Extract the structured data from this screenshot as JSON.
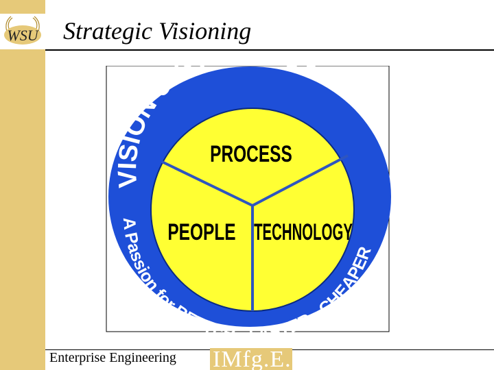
{
  "slide": {
    "title": "Strategic Visioning",
    "logo_text": "WSU",
    "footer_text": "Enterprise Engineering",
    "footer_logo_text": "IMfg.E."
  },
  "diagram": {
    "top_arc_text": "VISION & STRATEGY",
    "bottom_arc_text": "A Passion for BETTER - FASTER - CHEAPER",
    "segments": {
      "top": "PROCESS",
      "left": "PEOPLE",
      "right": "TECHNOLOGY"
    },
    "colors": {
      "ring": "#1e4fd8",
      "center": "#ffff33",
      "arc_text": "#ffffff",
      "label_text": "#000000",
      "accent": "#e6c979"
    }
  }
}
